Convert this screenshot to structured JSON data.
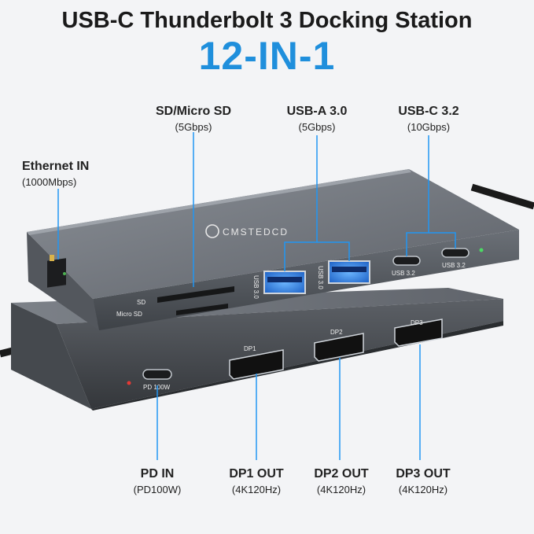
{
  "header": {
    "title": "USB-C Thunderbolt 3 Docking Station",
    "subtitle": "12-IN-1"
  },
  "brand": "CMSTEDCD",
  "accent_color": "#1f8fdc",
  "labels": {
    "ethernet": {
      "name": "Ethernet IN",
      "spec": "(1000Mbps)"
    },
    "sd": {
      "name": "SD/Micro SD",
      "spec": "(5Gbps)"
    },
    "usba": {
      "name": "USB-A 3.0",
      "spec": "(5Gbps)"
    },
    "usbc": {
      "name": "USB-C 3.2",
      "spec": "(10Gbps)"
    },
    "pd": {
      "name": "PD IN",
      "spec": "(PD100W)"
    },
    "dp1": {
      "name": "DP1 OUT",
      "spec": "(4K120Hz)"
    },
    "dp2": {
      "name": "DP2 OUT",
      "spec": "(4K120Hz)"
    },
    "dp3": {
      "name": "DP3 OUT",
      "spec": "(4K120Hz)"
    }
  },
  "port_text": {
    "sd": "SD",
    "micro_sd": "Micro SD",
    "usb30": "USB 3.0",
    "usb32": "USB 3.2",
    "pd100w": "PD 100W",
    "dp1": "DP1",
    "dp2": "DP2",
    "dp3": "DP3"
  }
}
